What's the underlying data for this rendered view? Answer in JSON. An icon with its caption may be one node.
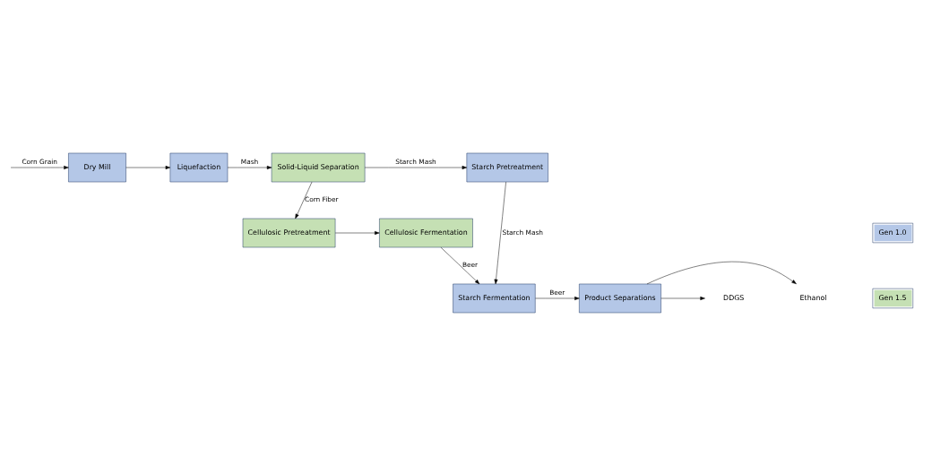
{
  "diagram": {
    "nodes": [
      {
        "text": [
          "Dry Mill"
        ]
      },
      {
        "text": [
          "Liquefaction"
        ]
      },
      {
        "text": [
          "Solid-Liquid Separation"
        ]
      },
      {
        "text": [
          "Starch Pretreatment"
        ]
      },
      {
        "text": [
          "Cellulosic Fermentation"
        ]
      },
      {
        "text": [
          "Cellulosic Pretreatment"
        ]
      },
      {
        "text": [
          "Product Separations"
        ]
      },
      {
        "text": [
          "Starch Fermentation"
        ]
      },
      {
        "text": [
          "Ethanol"
        ]
      },
      {
        "text": [
          "DDGS"
        ]
      }
    ],
    "edges": [
      {
        "from": null,
        "to": 0,
        "arrow": "to",
        "label": "Corn Grain"
      },
      {
        "from": 0,
        "to": 1,
        "arrow": "to"
      },
      {
        "from": 1,
        "to": 2,
        "arrow": "to",
        "label": "Mash"
      },
      {
        "from": 2,
        "to": 3,
        "arrow": "to",
        "label": "Starch Mash"
      },
      {
        "from": 2,
        "to": 5,
        "arrow": "to",
        "label": "Corn Fiber"
      },
      {
        "from": 5,
        "to": 4,
        "arrow": "to"
      },
      {
        "from": 4,
        "to": 7,
        "arrow": "to",
        "label": "Beer"
      },
      {
        "from": 3,
        "to": 7,
        "arrow": "to",
        "label": "Starch Mash"
      },
      {
        "from": 7,
        "to": 6,
        "arrow": "to",
        "label": "Beer"
      },
      {
        "from": 6,
        "to": 8,
        "arrow": "to"
      },
      {
        "from": 6,
        "to": 9,
        "arrow": "to"
      }
    ],
    "legend": [
      {
        "text": "Gen 1.0",
        "color": "#b4c7e7"
      },
      {
        "text": "Gen 1.5",
        "color": "#c5e0b4"
      }
    ]
  }
}
